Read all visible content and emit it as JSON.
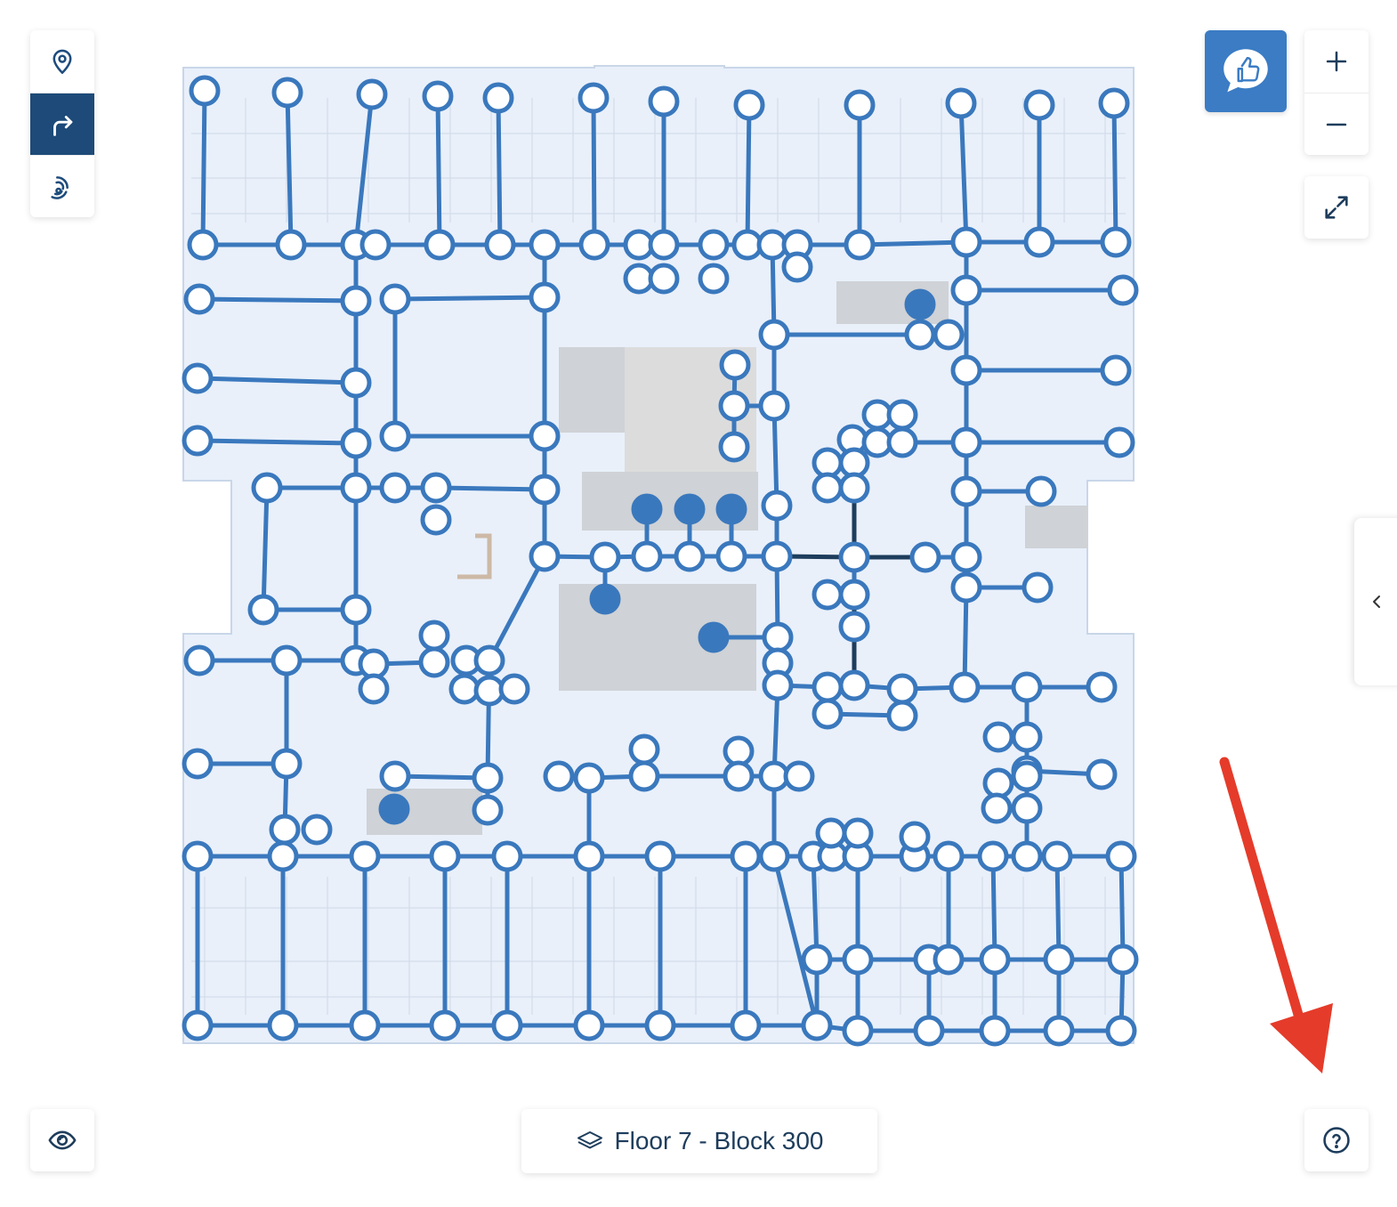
{
  "toolbar": {
    "left_tools": [
      {
        "id": "location",
        "icon": "map-pin-icon",
        "active": false
      },
      {
        "id": "directions",
        "icon": "turn-right-arrow-icon",
        "active": true
      },
      {
        "id": "beacons",
        "icon": "signal-waves-icon",
        "active": false
      }
    ],
    "zoom_in_icon": "plus-icon",
    "zoom_out_icon": "minus-icon",
    "fullscreen_icon": "expand-arrows-icon",
    "feedback_icon": "thumbs-up-speech-bubble-icon",
    "visibility_icon": "eye-icon",
    "help_icon": "question-mark-circle-icon",
    "side_panel_icon": "chevron-left-icon"
  },
  "floor_selector": {
    "label": "Floor 7 - Block 300",
    "icon": "layers-icon"
  },
  "colors": {
    "accent": "#3b7cc4",
    "dark_navy": "#1d4a78",
    "graph_line": "#3a78bd",
    "dark_link": "#1e3d5c",
    "floor_fill": "#e9f0fa",
    "room_gray": "#cfd2d6",
    "annotation_arrow": "#e53b2a"
  }
}
